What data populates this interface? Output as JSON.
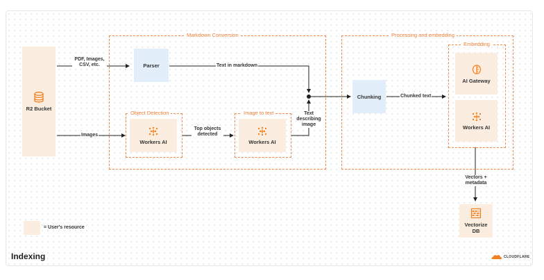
{
  "title": "Indexing",
  "brand": "CLOUDFLARE",
  "legend": {
    "label": "= User's resource"
  },
  "groups": {
    "markdown": "Markdown Conversion",
    "processing": "Processing and embedding",
    "embedding": "Embedding",
    "object_detection": "Object Detection",
    "image_to_text": "Image to text"
  },
  "nodes": {
    "r2": "R2 Bucket",
    "parser": "Parser",
    "workers_ai_1": "Workers AI",
    "workers_ai_2": "Workers AI",
    "chunking": "Chunking",
    "ai_gateway": "AI Gateway",
    "workers_ai_3": "Workers AI",
    "vectorize": "Vectorize DB"
  },
  "edges": {
    "pdf": "PDF, Images, CSV, etc.",
    "images": "Images",
    "text_md": "Text in markdown",
    "top_objects": "Top objects detected",
    "text_describing": "Text describing image",
    "chunked": "Chunked text",
    "vectors": "Vectors + metadata"
  },
  "colors": {
    "accent": "#f38020",
    "dashed": "#f28a4b",
    "cream": "#fbeee0",
    "blue": "#e3eefb"
  },
  "icons": [
    "database-icon",
    "workers-ai-icon",
    "brain-icon",
    "abacus-icon",
    "cloud-logo"
  ]
}
